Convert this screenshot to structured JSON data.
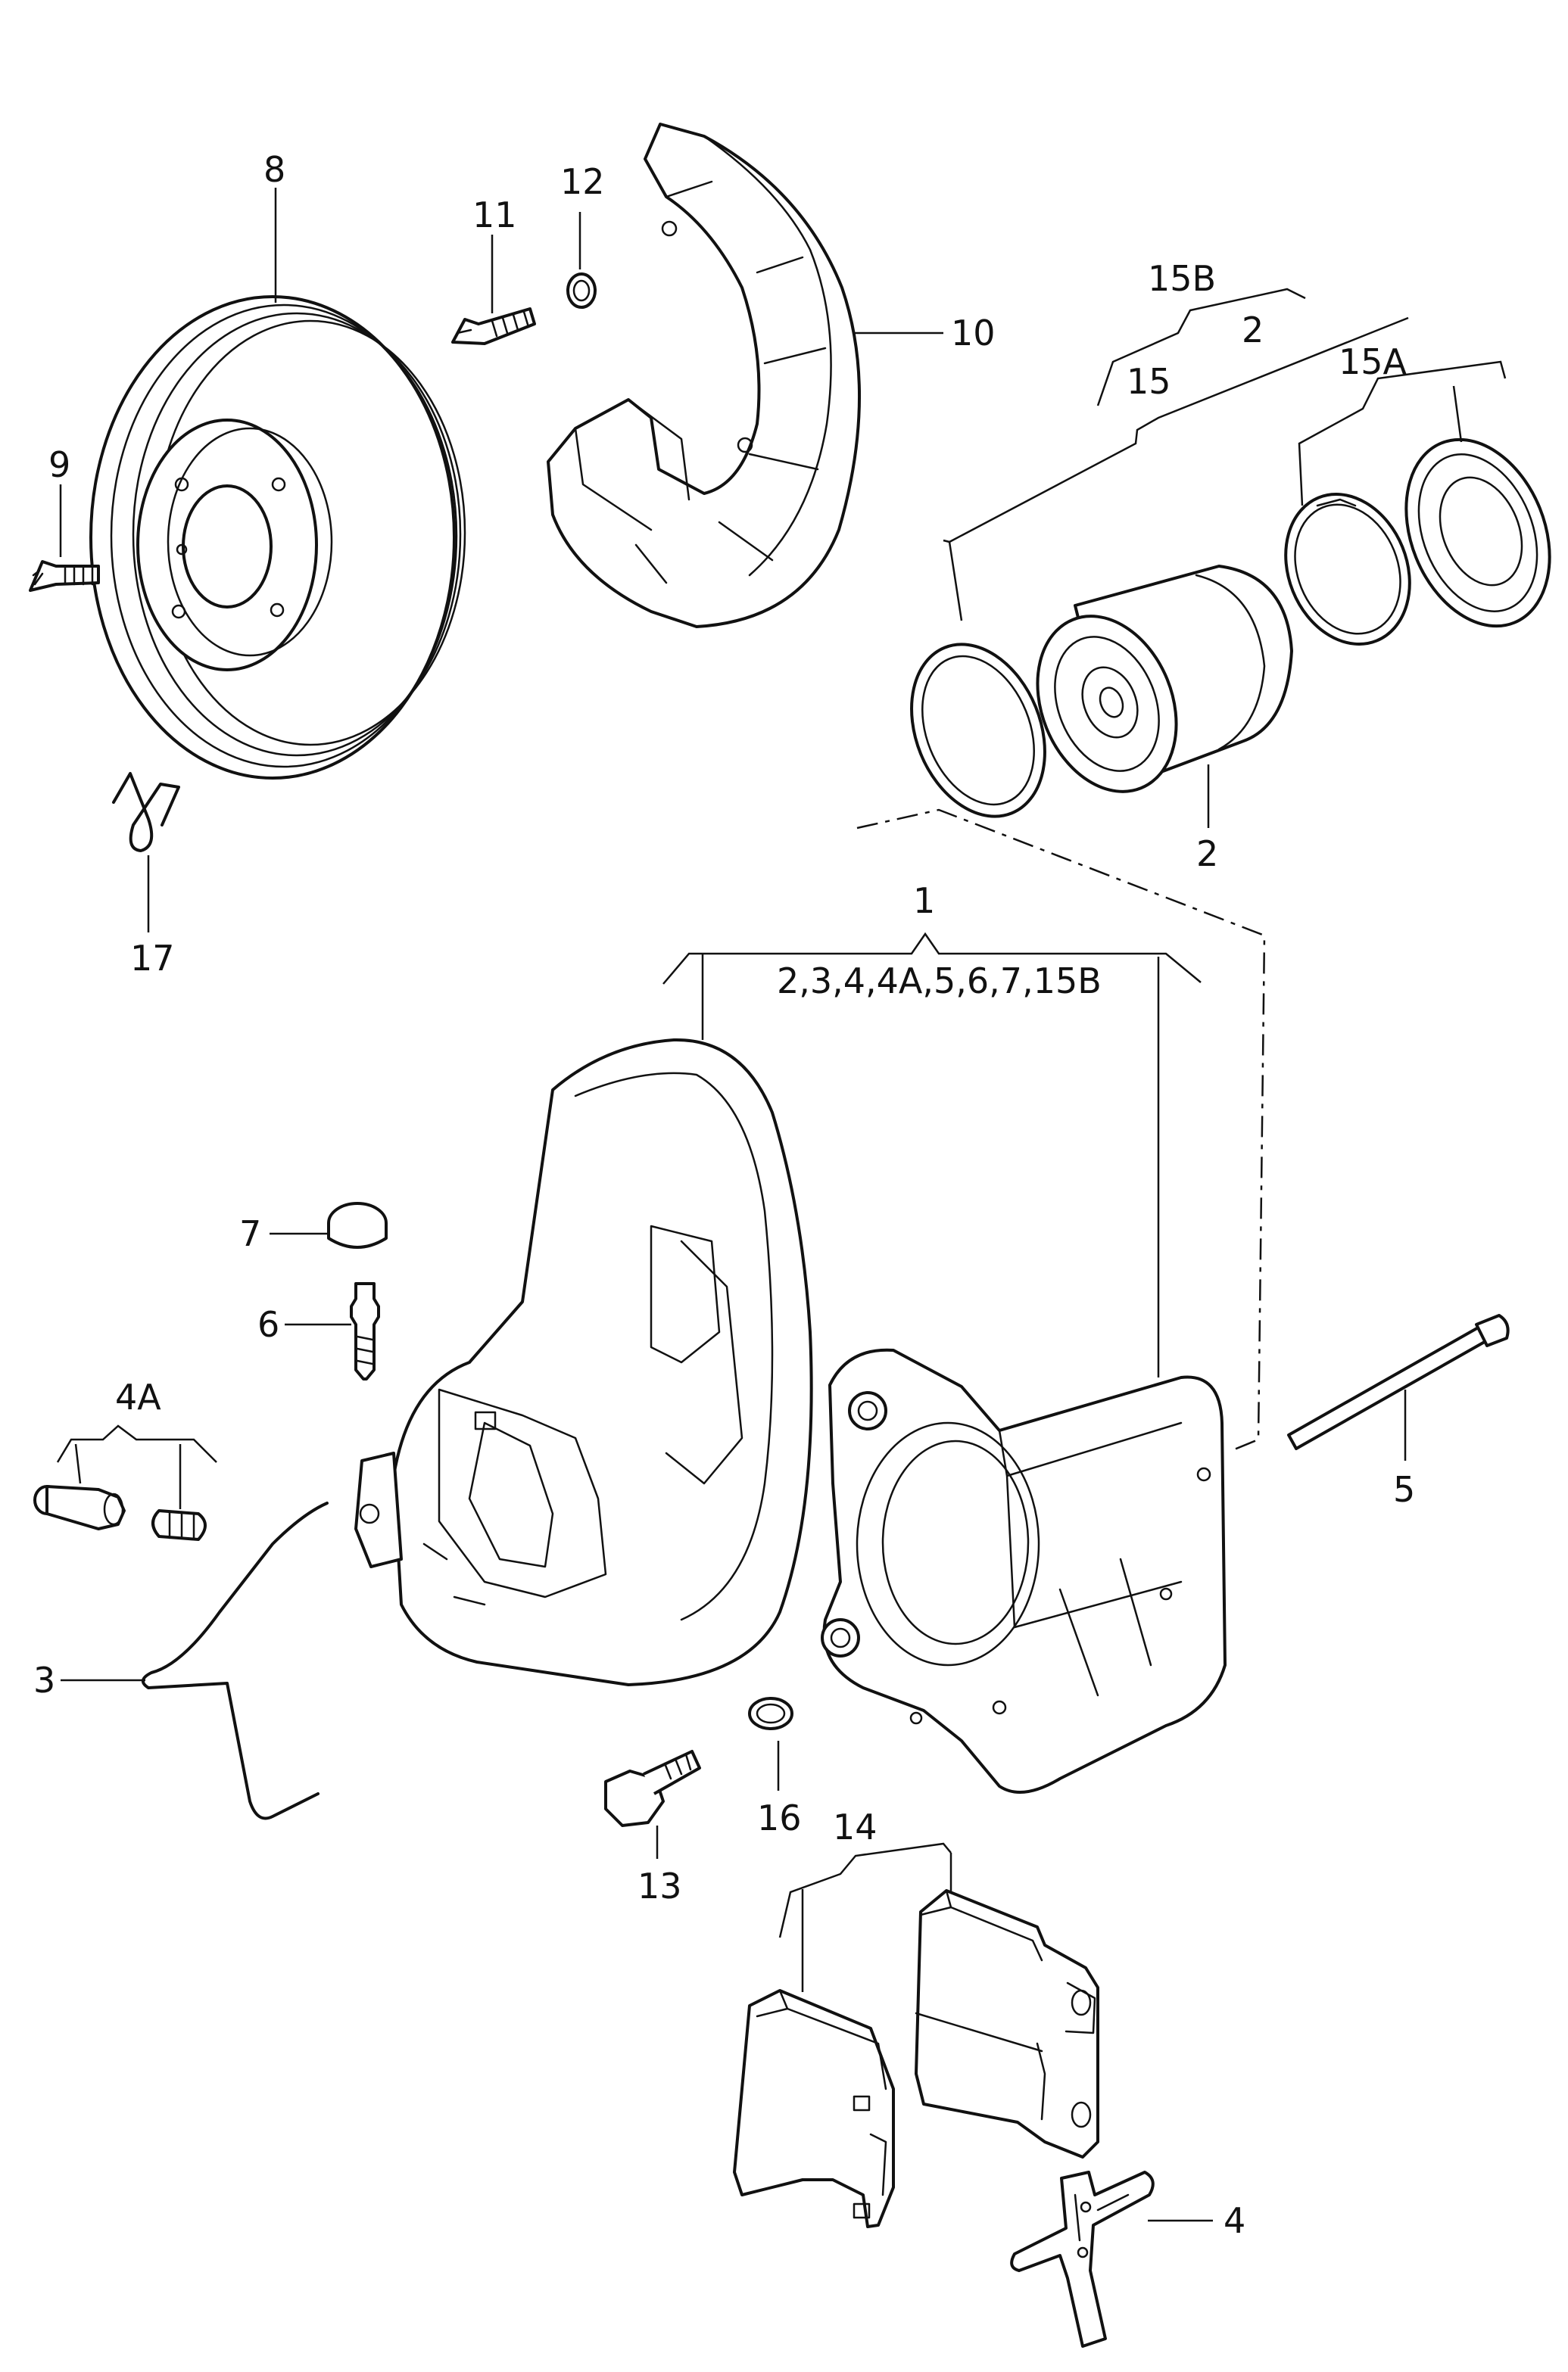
{
  "callouts": {
    "c1": "1",
    "c1_sub": "2,3,4,4A,5,6,7,15B",
    "c2_top": "2",
    "c2": "2",
    "c3": "3",
    "c4": "4",
    "c4a": "4A",
    "c5": "5",
    "c6": "6",
    "c7": "7",
    "c8": "8",
    "c9": "9",
    "c10": "10",
    "c11": "11",
    "c12": "12",
    "c13": "13",
    "c14": "14",
    "c15": "15",
    "c15a": "15A",
    "c15b": "15B",
    "c16": "16",
    "c17": "17"
  }
}
